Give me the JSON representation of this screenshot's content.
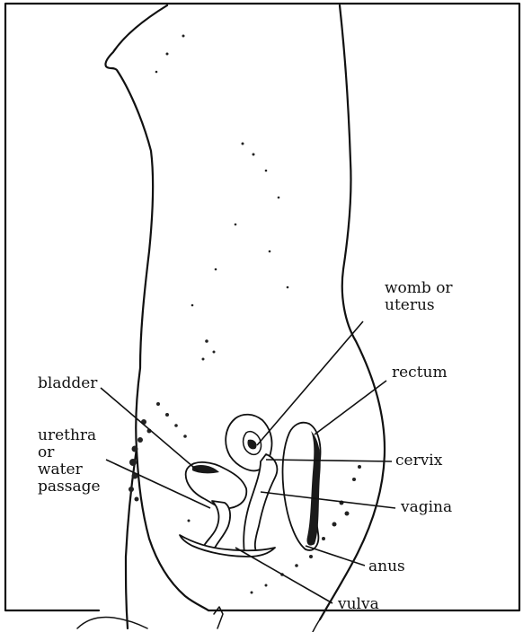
{
  "labels": {
    "womb": "womb or\nuterus",
    "womb_line1": "womb or",
    "womb_line2": "uterus",
    "bladder": "bladder",
    "rectum": "rectum",
    "urethra_line1": "urethra",
    "urethra_line2": "or",
    "urethra_line3": "water",
    "urethra_line4": "passage",
    "cervix": "cervix",
    "vagina": "vagina",
    "anus": "anus",
    "vulva": "vulva"
  },
  "colors": {
    "ink": "#111111",
    "paper": "#ffffff"
  }
}
